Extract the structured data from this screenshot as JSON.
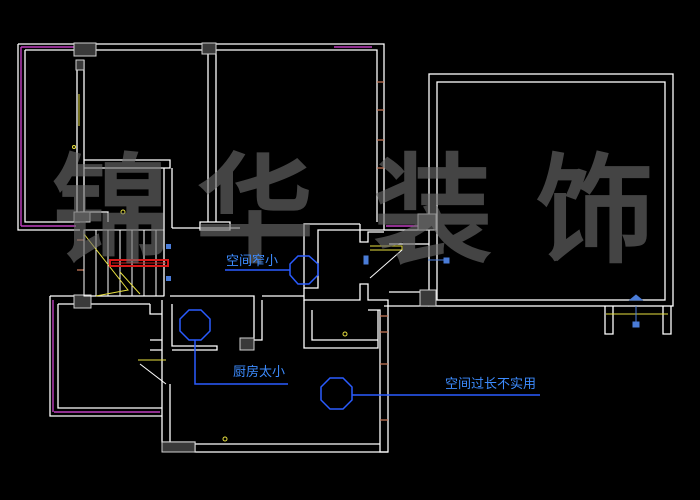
{
  "watermark": [
    "锦",
    "华",
    "装",
    "饰"
  ],
  "annotations": {
    "narrow": "空间窄小",
    "kitchen": "厨房太小",
    "long": "空间过长不实用"
  },
  "colors": {
    "background": "#000000",
    "wall": "#ffffff",
    "window": "#c040c0",
    "annotation": "#2a5cff",
    "stair": "#d81818",
    "fixture": "#e8e040",
    "watermark": "#6e6e6e"
  }
}
